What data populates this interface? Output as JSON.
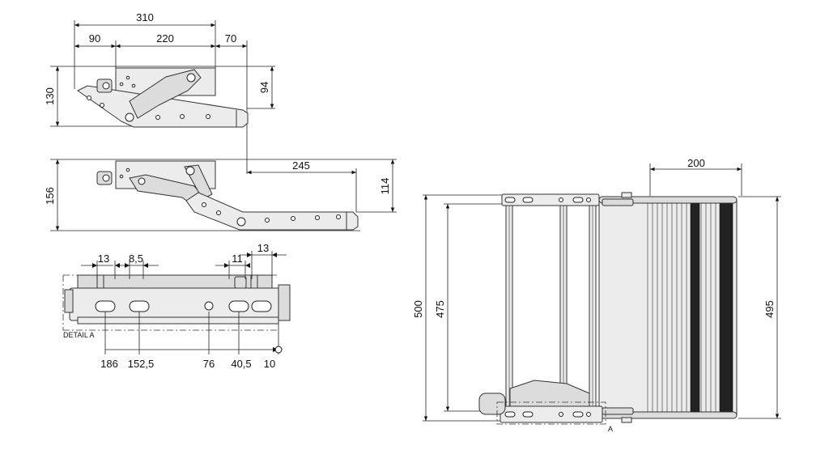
{
  "diagram": {
    "side_view_top": {
      "dims": {
        "total_width": "310",
        "left": "90",
        "middle": "220",
        "right": "70",
        "height": "130",
        "inner_height": "94"
      }
    },
    "side_view_bottom": {
      "dims": {
        "extension": "245",
        "height": "156",
        "inner_height": "114"
      }
    },
    "detail_a": {
      "label": "DETAIL A",
      "dims_top": [
        "13",
        "8,5",
        "11",
        "13"
      ],
      "dims_bottom": [
        "186",
        "152,5",
        "76",
        "40,5",
        "10"
      ]
    },
    "plan_view": {
      "dims": {
        "step_width": "200",
        "outer_height": "500",
        "inner_height": "475",
        "right_height": "495"
      },
      "section_label": "A"
    }
  }
}
